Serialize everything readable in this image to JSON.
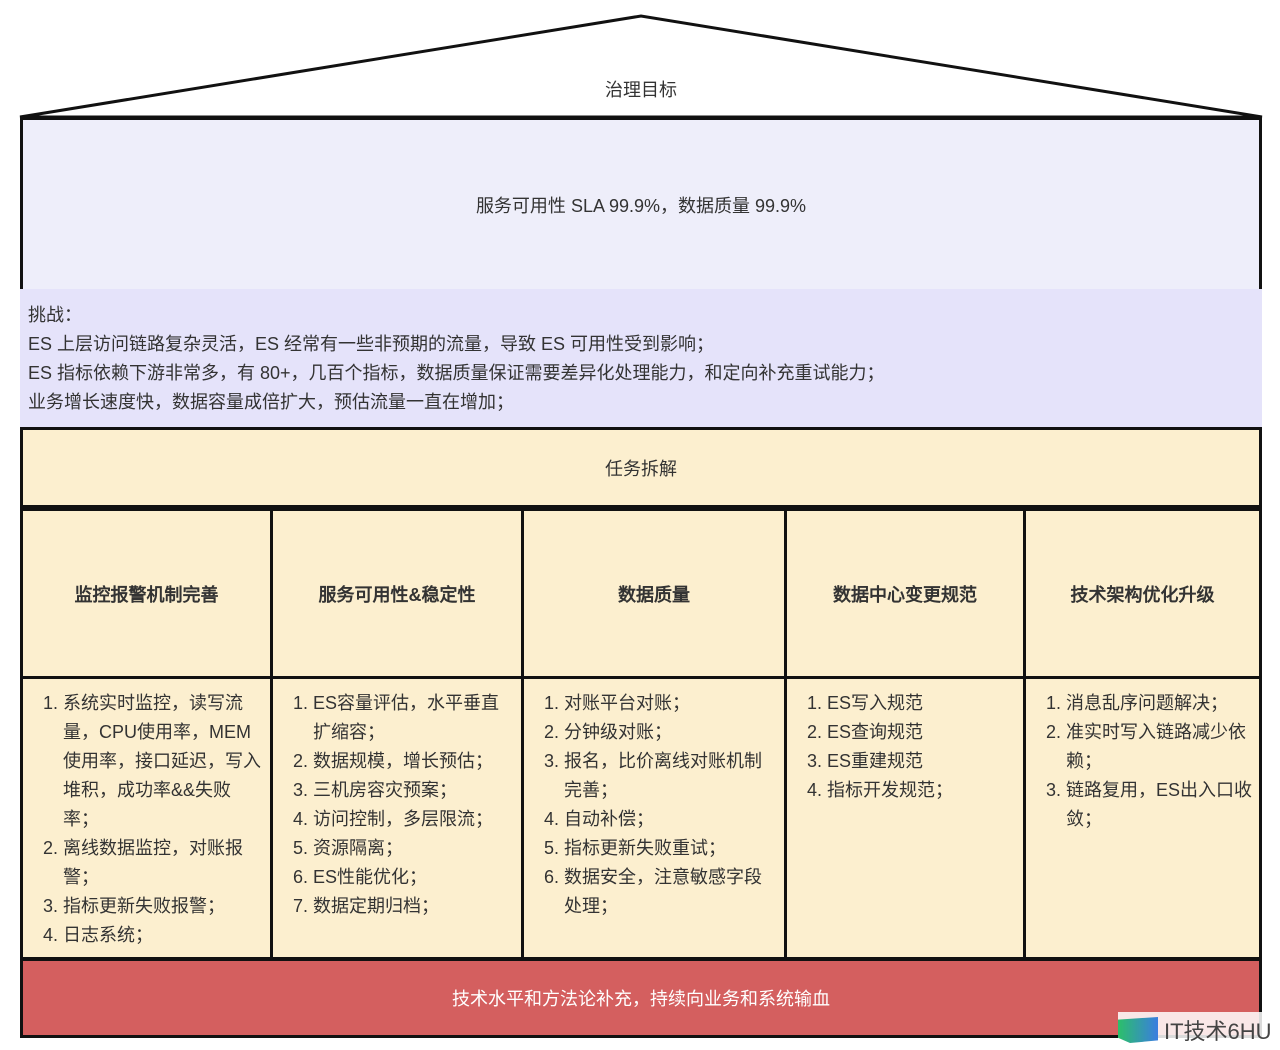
{
  "roof": {
    "title": "治理目标"
  },
  "goal": {
    "text": "服务可用性 SLA 99.9%，数据质量 99.9%"
  },
  "challenges": {
    "title": "挑战：",
    "lines": [
      "ES 上层访问链路复杂灵活，ES 经常有一些非预期的流量，导致 ES 可用性受到影响；",
      "ES 指标依赖下游非常多，有  80+，几百个指标，数据质量保证需要差异化处理能力，和定向补充重试能力；",
      "业务增长速度快，数据容量成倍扩大，预估流量一直在增加；"
    ]
  },
  "tasks": {
    "title": "任务拆解"
  },
  "columns": [
    {
      "title": "监控报警机制完善",
      "items": [
        "系统实时监控，读写流量，CPU使用率，MEM使用率，接口延迟，写入堆积，成功率&&失败率；",
        "离线数据监控，对账报警；",
        "指标更新失败报警；",
        "日志系统；"
      ]
    },
    {
      "title": "服务可用性&稳定性",
      "items": [
        "ES容量评估，水平垂直扩缩容；",
        "数据规模，增长预估；",
        "三机房容灾预案；",
        "访问控制，多层限流；",
        "资源隔离；",
        "ES性能优化；",
        "数据定期归档；"
      ]
    },
    {
      "title": "数据质量",
      "items": [
        "对账平台对账；",
        "分钟级对账；",
        "报名，比价离线对账机制完善；",
        "自动补偿；",
        "指标更新失败重试；",
        "数据安全，注意敏感字段处理；"
      ]
    },
    {
      "title": "数据中心变更规范",
      "items": [
        "ES写入规范",
        "ES查询规范",
        "ES重建规范",
        "指标开发规范；"
      ]
    },
    {
      "title": "技术架构优化升级",
      "items": [
        "消息乱序问题解决；",
        "准实时写入链路减少依赖；",
        "链路复用，ES出入口收敛；"
      ]
    }
  ],
  "footer": {
    "text": "技术水平和方法论补充，持续向业务和系统输血"
  },
  "watermark": {
    "text": "IT技术6HU"
  }
}
